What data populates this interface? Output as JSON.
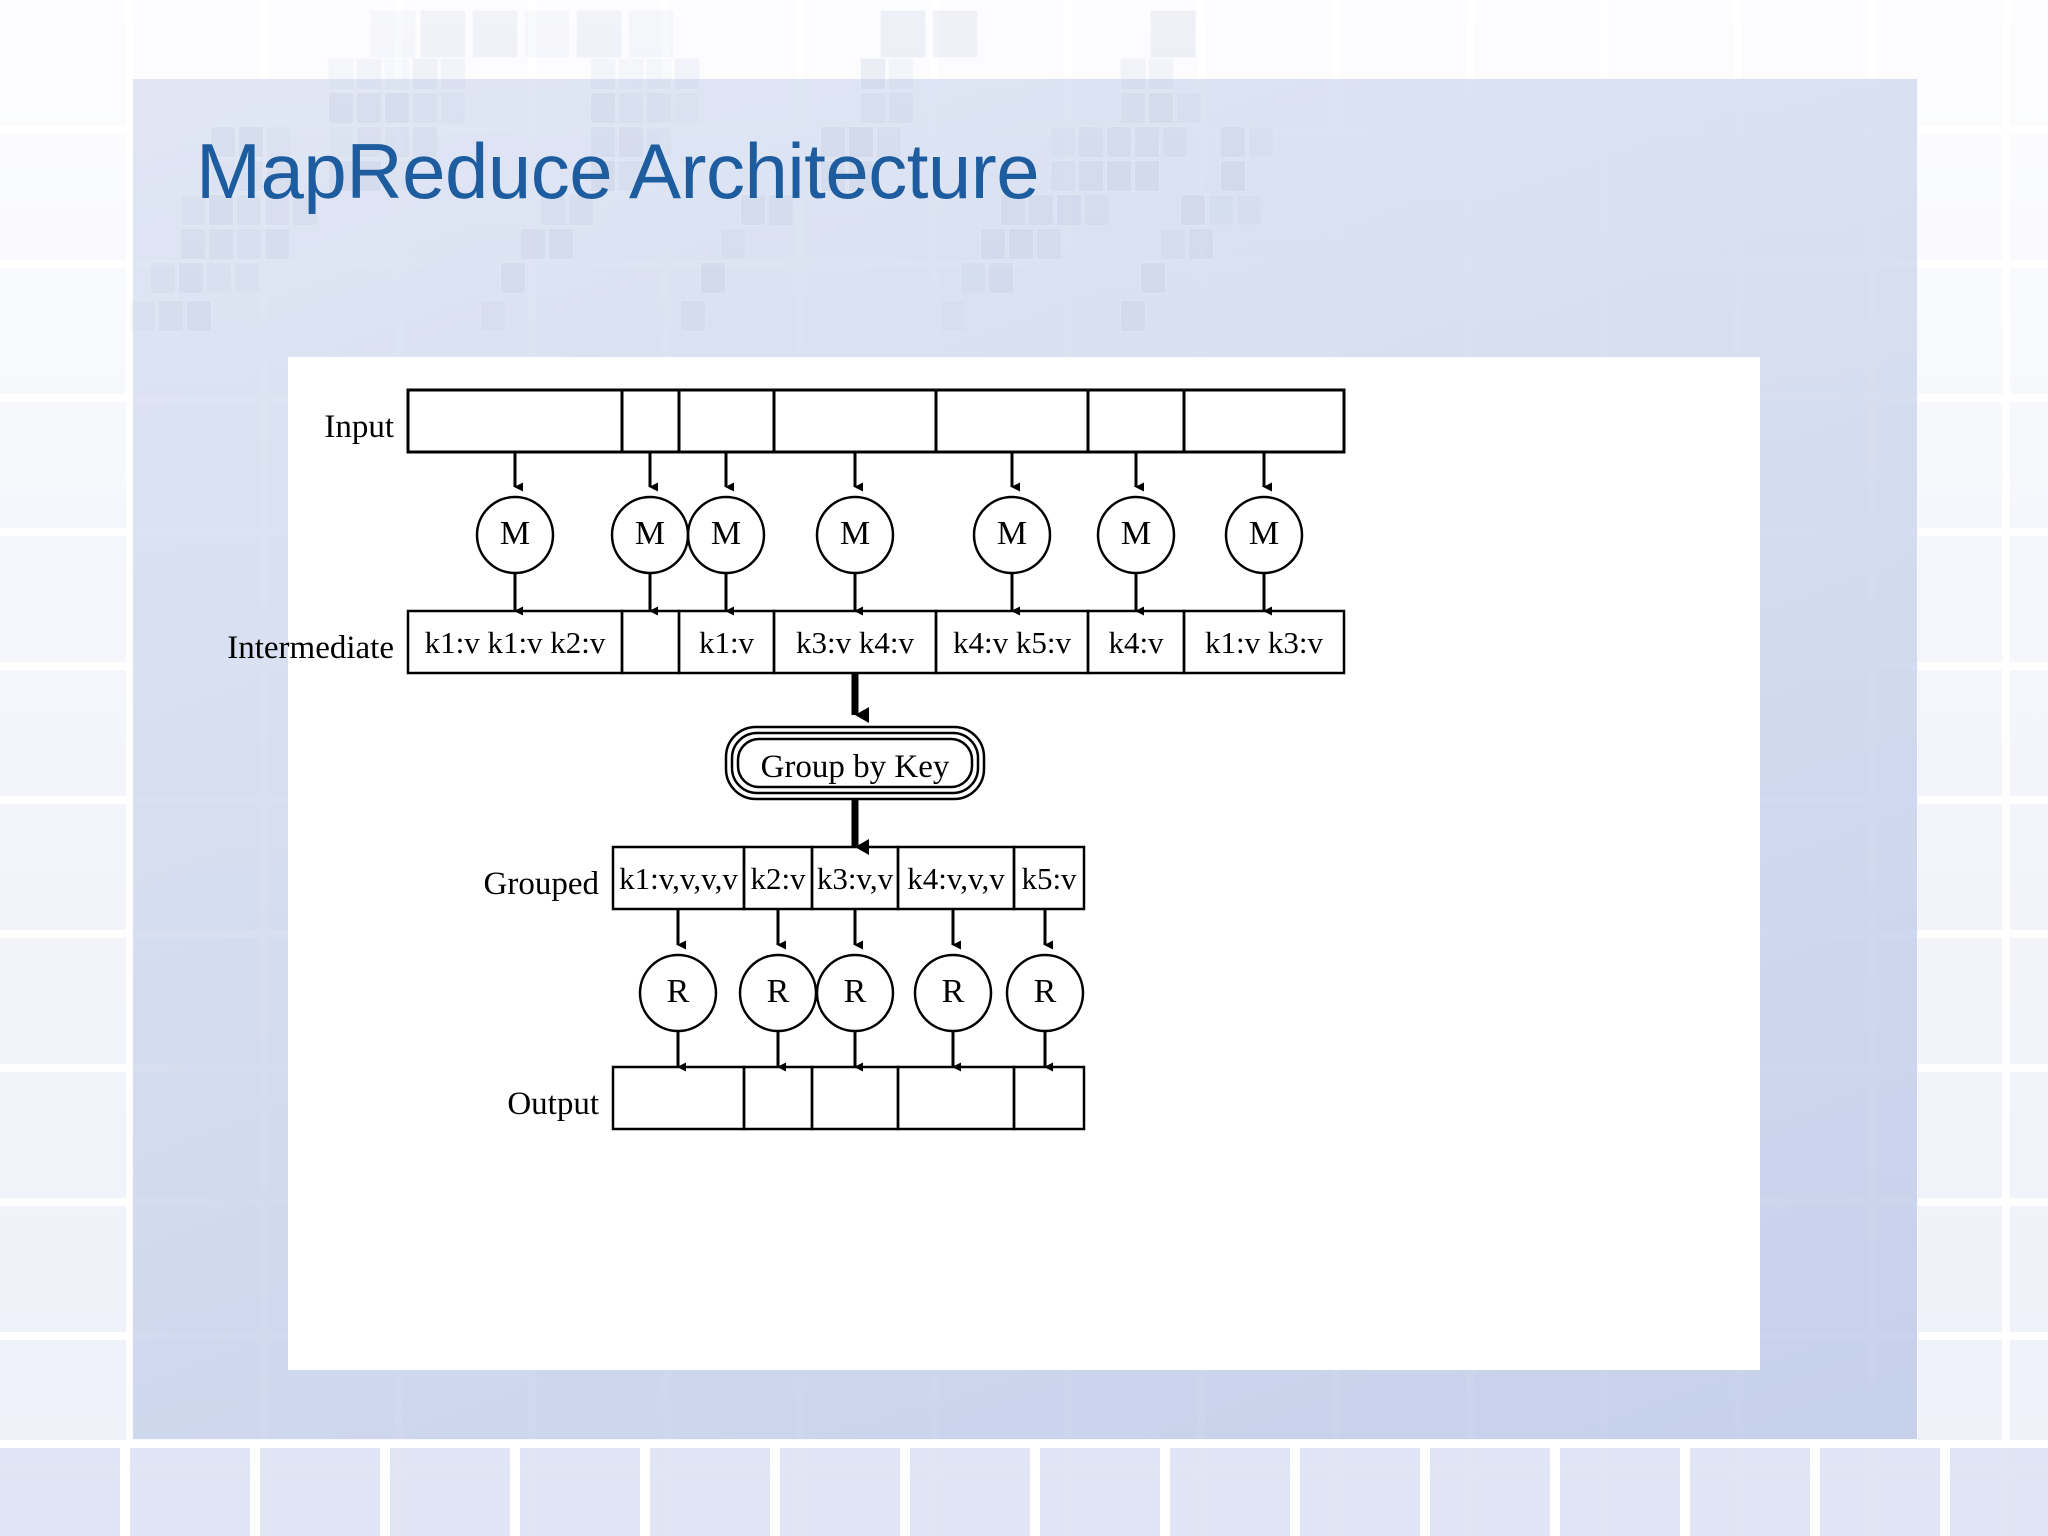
{
  "slide": {
    "title": "MapReduce Architecture",
    "title_color": "#1d5c9e",
    "background_color": "#eef1f9",
    "panel_color": "#ffffff"
  },
  "diagram": {
    "rows": {
      "input": {
        "label": "Input",
        "cells": [
          "",
          "",
          "",
          "",
          "",
          "",
          ""
        ]
      },
      "mappers": {
        "label": "M",
        "nodes": [
          "M",
          "M",
          "M",
          "M",
          "M",
          "M",
          "M"
        ]
      },
      "intermediate": {
        "label": "Intermediate",
        "cells": [
          "k1:v k1:v k2:v",
          "",
          "k1:v",
          "k3:v k4:v",
          "k4:v k5:v",
          "k4:v",
          "k1:v k3:v"
        ]
      },
      "shuffle": {
        "label": "Group by Key"
      },
      "grouped": {
        "label": "Grouped",
        "cells": [
          "k1:v,v,v,v",
          "k2:v",
          "k3:v,v",
          "k4:v,v,v",
          "k5:v"
        ]
      },
      "reducers": {
        "label": "R",
        "nodes": [
          "R",
          "R",
          "R",
          "R",
          "R"
        ]
      },
      "output": {
        "label": "Output",
        "cells": [
          "",
          "",
          "",
          "",
          ""
        ]
      }
    }
  }
}
